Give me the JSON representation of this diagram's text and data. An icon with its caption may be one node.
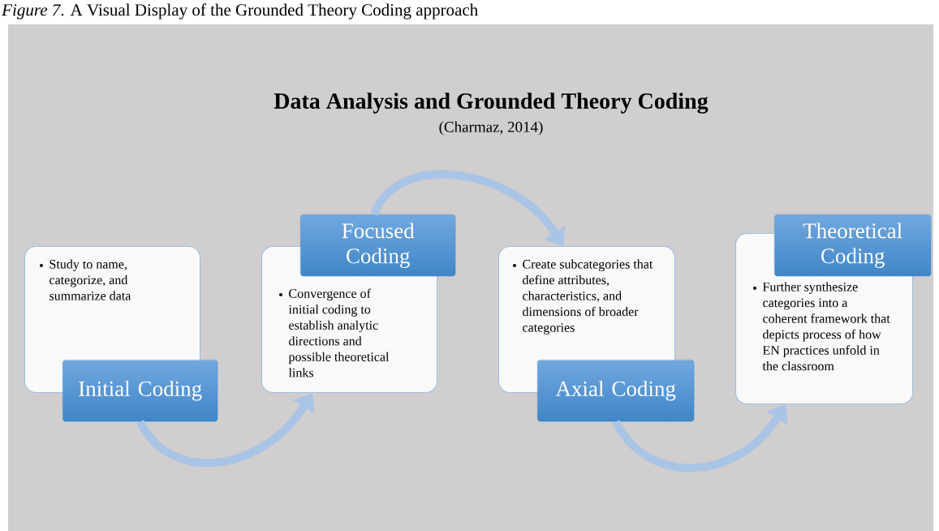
{
  "diagram": {
    "title": "Data Analysis and Grounded Theory Coding",
    "caption": "*Figure 7*. A Visual Display of the Grounded Theory Coding approach",
    "nodes": [
      {
        "text": [
          "Study to name, categorize, and summarize data"
        ]
      },
      {
        "text": [
          "Initial Coding"
        ]
      },
      {
        "text": [
          "Focused Coding"
        ]
      },
      {
        "text": [
          "Convergence of initial coding to establish analytic directions and possible theoretical links"
        ]
      },
      {
        "text": [
          "Create subcategories that define attributes, characteristics, and dimensions of broader categories"
        ]
      },
      {
        "text": [
          "Axial Coding"
        ]
      },
      {
        "text": [
          "Theoretical Coding"
        ]
      },
      {
        "text": [
          "Further synthesize categories into a coherent framework that depicts process of how EN practices unfold in the classroom"
        ]
      }
    ],
    "edges": [
      {
        "from": 1,
        "to": 3,
        "arrow": "to"
      },
      {
        "from": 2,
        "to": 4,
        "arrow": "to"
      },
      {
        "from": 5,
        "to": 7,
        "arrow": "to"
      }
    ],
    "labels": [
      "(Charmaz, 2014)"
    ]
  }
}
